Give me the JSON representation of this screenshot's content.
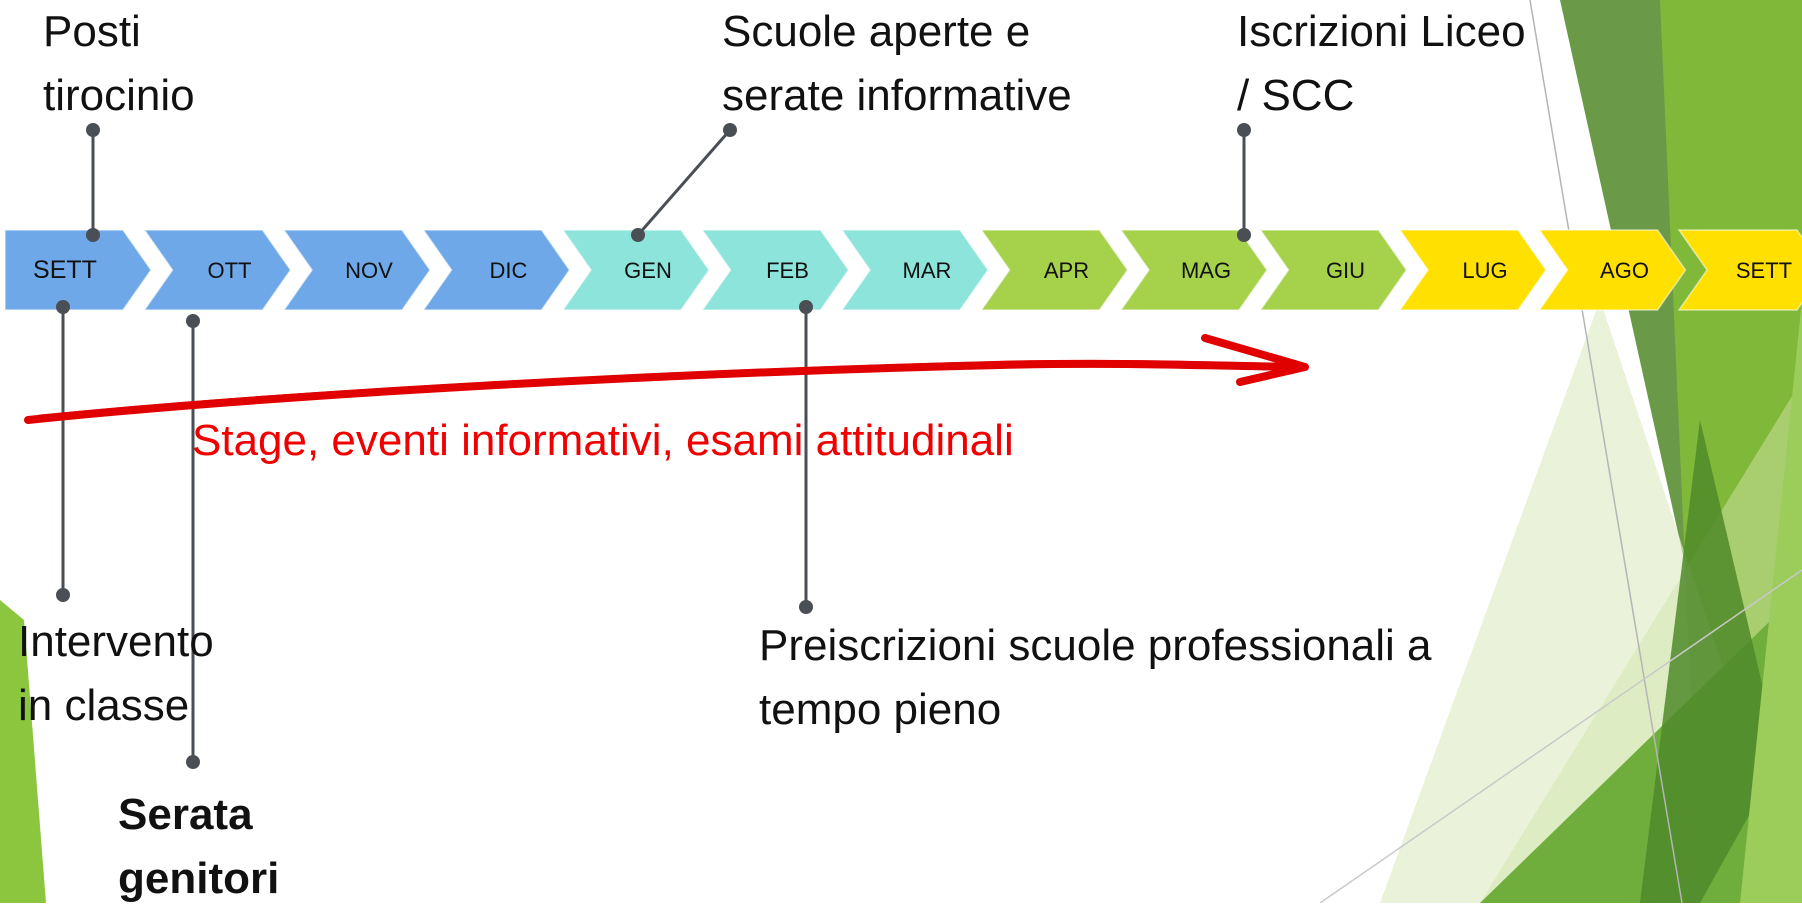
{
  "timeline": {
    "months": [
      {
        "label": "SETT",
        "color": "#6fa8e8"
      },
      {
        "label": "OTT",
        "color": "#6fa8e8"
      },
      {
        "label": "NOV",
        "color": "#6fa8e8"
      },
      {
        "label": "DIC",
        "color": "#6fa8e8"
      },
      {
        "label": "GEN",
        "color": "#8de4da"
      },
      {
        "label": "FEB",
        "color": "#8de4da"
      },
      {
        "label": "MAR",
        "color": "#8de4da"
      },
      {
        "label": "APR",
        "color": "#a6d14a"
      },
      {
        "label": "MAG",
        "color": "#a6d14a"
      },
      {
        "label": "GIU",
        "color": "#a6d14a"
      },
      {
        "label": "LUG",
        "color": "#ffe000"
      },
      {
        "label": "AGO",
        "color": "#ffe000"
      },
      {
        "label": "SETT",
        "color": "#ffe000"
      }
    ]
  },
  "events": {
    "posti_tirocinio": "Posti\ntirocinio",
    "scuole_aperte": "Scuole aperte e\nserate informative",
    "iscrizioni_liceo": "Iscrizioni Liceo\n/ SCC",
    "intervento_classe": "Intervento\nin classe",
    "serata_genitori": "Serata\ngenitori",
    "preiscrizioni": "Preiscrizioni scuole professionali a\ntempo pieno",
    "stage": "Stage, eventi informativi, esami attitudinali"
  },
  "colors": {
    "connector": "#4a4f55",
    "arrow": "#e00000",
    "accent_green": "#8cc63f"
  }
}
